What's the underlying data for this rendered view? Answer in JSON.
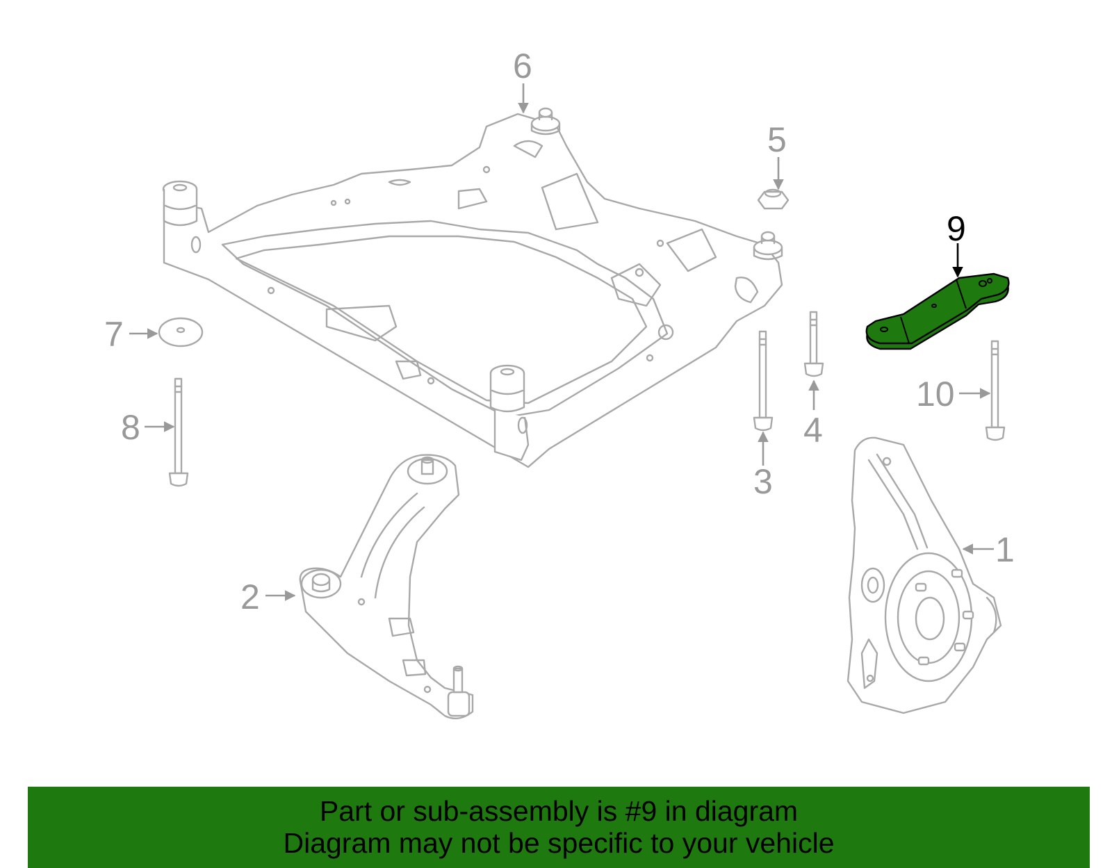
{
  "diagram": {
    "callouts": [
      {
        "id": "1",
        "label": "1"
      },
      {
        "id": "2",
        "label": "2"
      },
      {
        "id": "3",
        "label": "3"
      },
      {
        "id": "4",
        "label": "4"
      },
      {
        "id": "5",
        "label": "5"
      },
      {
        "id": "6",
        "label": "6"
      },
      {
        "id": "7",
        "label": "7"
      },
      {
        "id": "8",
        "label": "8"
      },
      {
        "id": "9",
        "label": "9"
      },
      {
        "id": "10",
        "label": "10"
      }
    ],
    "highlighted_part": "9",
    "colors": {
      "line_art": "#a8a8a8",
      "callout_text": "#999999",
      "highlight_fill": "#1e7a0e",
      "highlight_text": "#000000",
      "banner_bg": "#1e7a0e"
    }
  },
  "banner": {
    "line1": "Part or sub-assembly is #9 in diagram",
    "line2": "Diagram may not be specific to your vehicle"
  }
}
